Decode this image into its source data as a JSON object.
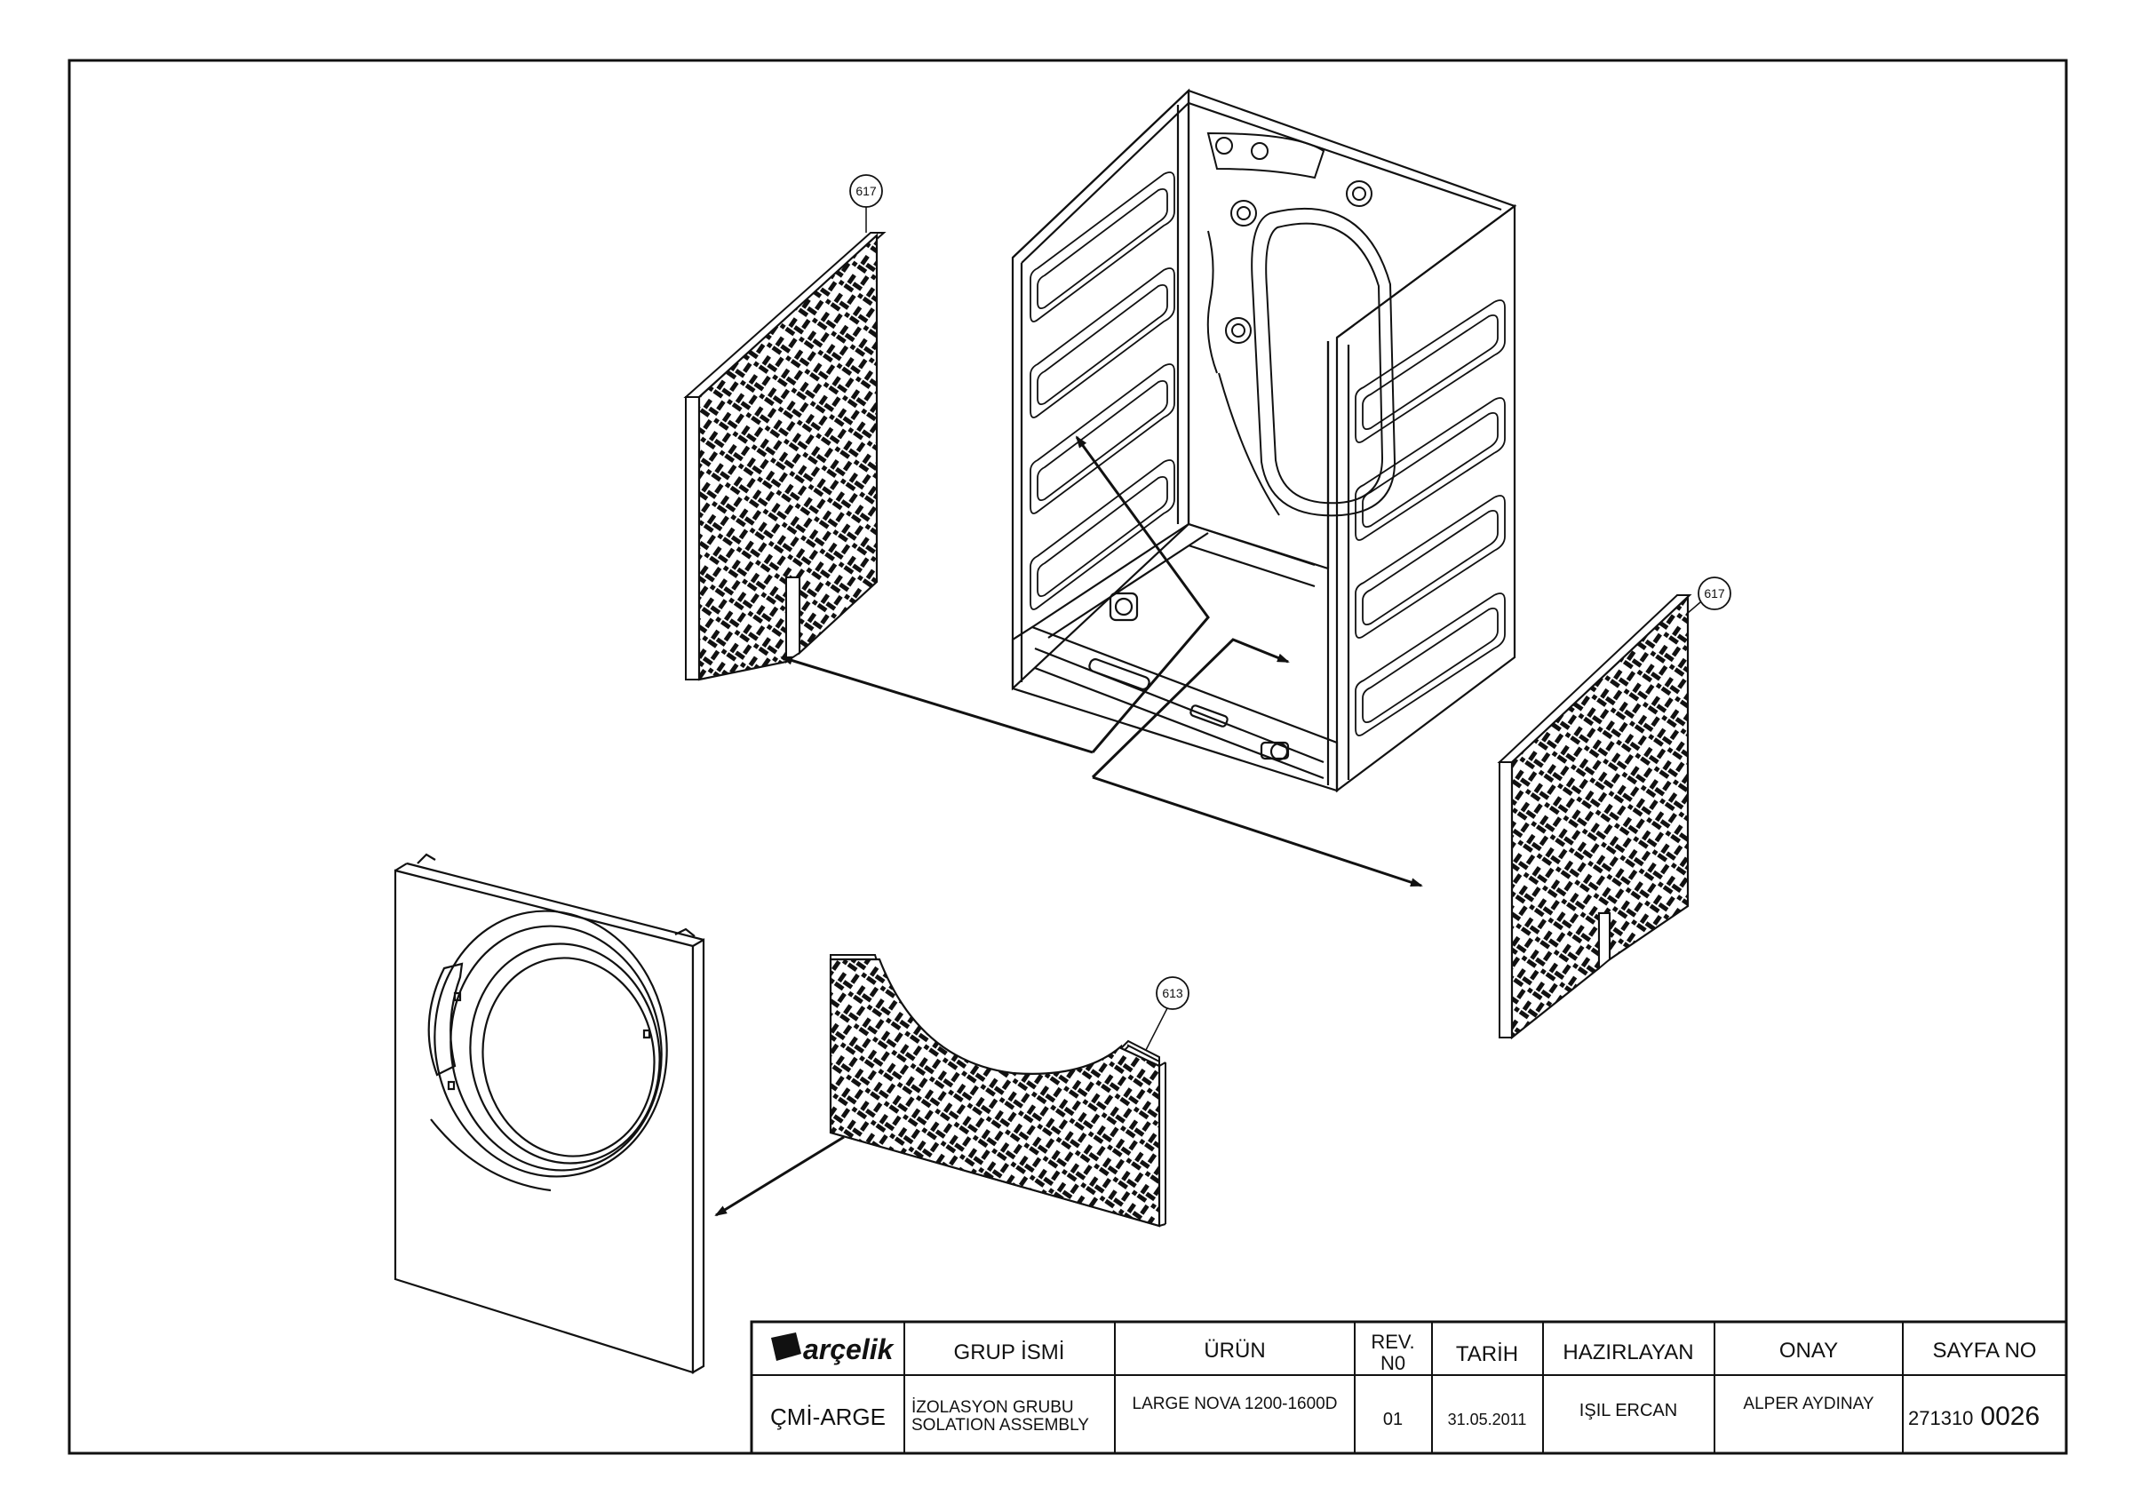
{
  "callouts": {
    "panel_left": "617",
    "panel_right": "617",
    "panel_front": "613"
  },
  "title_block": {
    "logo_text": "arçelik",
    "headers": {
      "group": "GRUP İSMİ",
      "product": "ÜRÜN",
      "rev": "REV.",
      "rev2": "N0",
      "date": "TARİH",
      "prepared": "HAZIRLAYAN",
      "approved": "ONAY",
      "page": "SAYFA NO"
    },
    "values": {
      "dept": "ÇMİ-ARGE",
      "group_tr": "İZOLASYON GRUBU",
      "group_en": "SOLATION ASSEMBLY",
      "product": "LARGE NOVA 1200-1600D",
      "rev": "01",
      "date": "31.05.2011",
      "prepared": "IŞIL ERCAN",
      "approved": "ALPER AYDINAY",
      "page_prefix": "271310",
      "page_number": "0026"
    }
  },
  "colors": {
    "line": "#111111",
    "background": "#ffffff"
  }
}
